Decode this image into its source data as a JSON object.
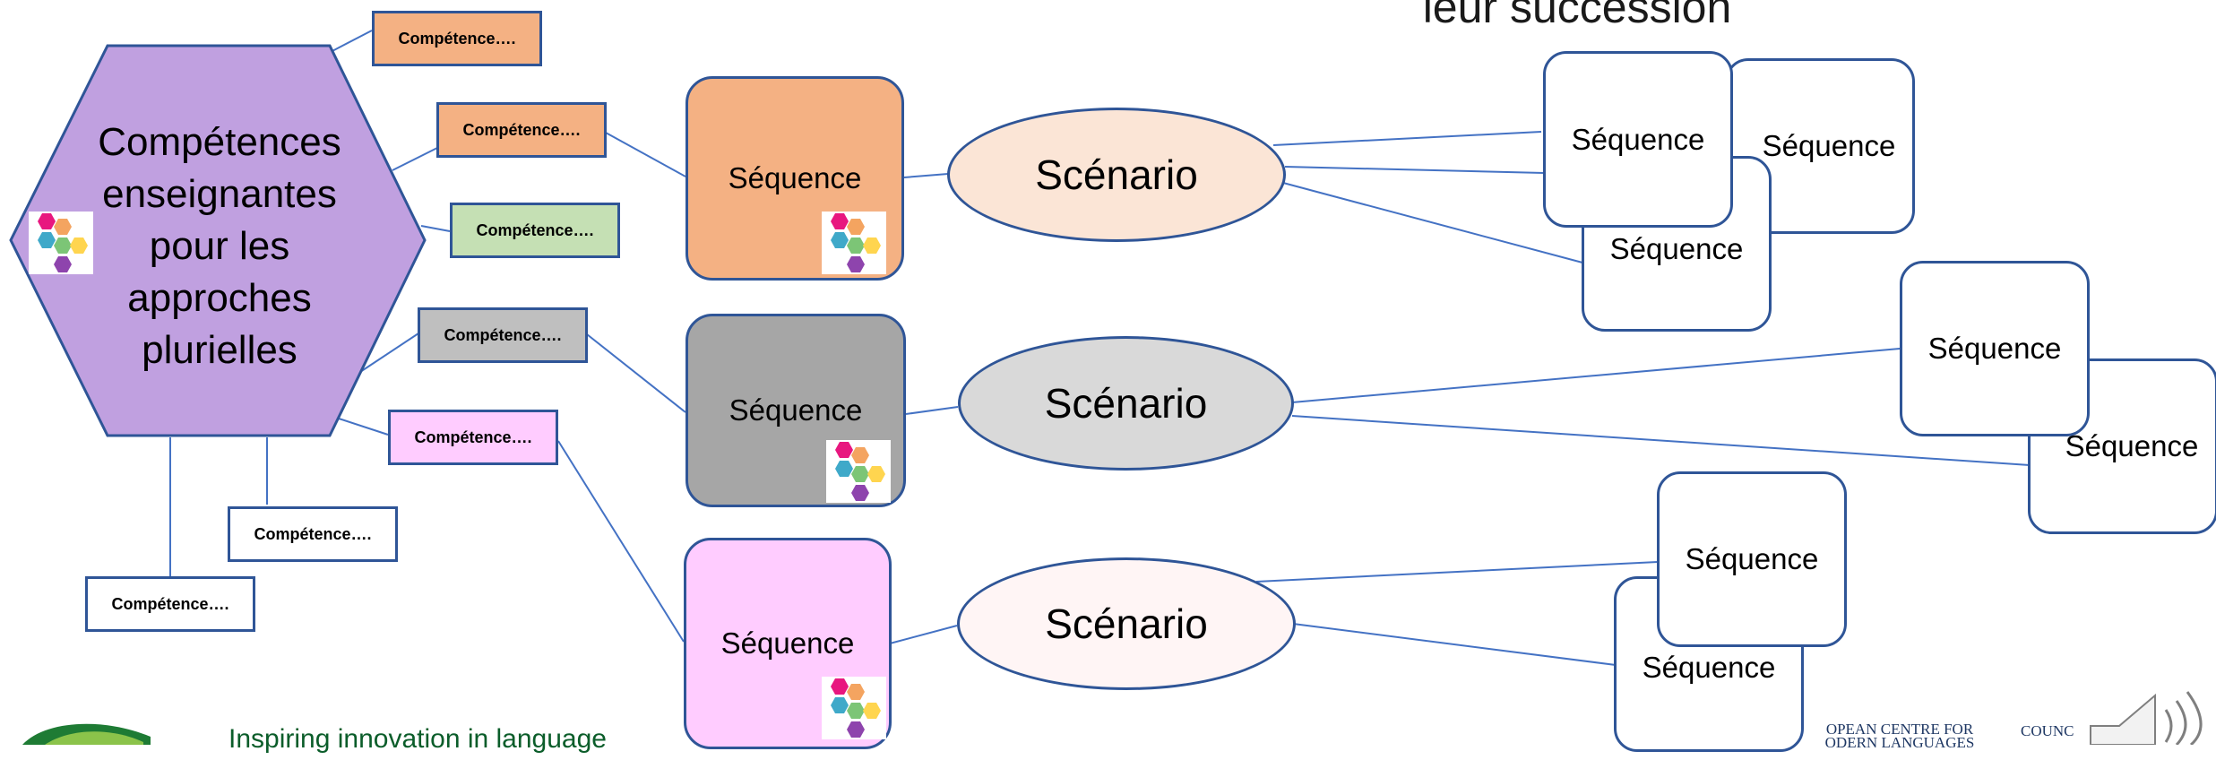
{
  "slide": {
    "title_fragment": "leur succession",
    "hexagon": {
      "label_lines": [
        "Compétences",
        "enseignantes",
        "pour les",
        "approches",
        "plurielles"
      ]
    },
    "competences": [
      {
        "id": "c1",
        "label": "Compétence….",
        "color": "#f4b183"
      },
      {
        "id": "c2",
        "label": "Compétence….",
        "color": "#f4b183"
      },
      {
        "id": "c3",
        "label": "Compétence….",
        "color": "#c5e0b4"
      },
      {
        "id": "c4",
        "label": "Compétence….",
        "color": "#bfbfbf"
      },
      {
        "id": "c5",
        "label": "Compétence….",
        "color": "#ffccff"
      },
      {
        "id": "c6",
        "label": "Compétence….",
        "color": "#ffffff"
      },
      {
        "id": "c7",
        "label": "Compétence….",
        "color": "#ffffff"
      }
    ],
    "main_sequences": [
      {
        "label": "Séquence",
        "color": "#f4b183"
      },
      {
        "label": "Séquence",
        "color": "#a6a6a6"
      },
      {
        "label": "Séquence",
        "color": "#ffccff"
      }
    ],
    "scenarios": [
      {
        "label": "Scénario",
        "color": "#fbe5d6"
      },
      {
        "label": "Scénario",
        "color": "#d9d9d9"
      },
      {
        "label": "Scénario",
        "color": "#fff5f5"
      }
    ],
    "sub_sequences": [
      {
        "label": "Séquence"
      },
      {
        "label": "Séquence"
      },
      {
        "label": "Séquence"
      },
      {
        "label": "Séquence"
      },
      {
        "label": "Séquence"
      },
      {
        "label": "Séquence"
      },
      {
        "label": "Séquence"
      }
    ],
    "colors": {
      "hexagon_fill": "#c0a0e0",
      "hexagon_border": "#2f5597",
      "connector": "#4472c4",
      "box_border": "#2f5597"
    },
    "footer": {
      "tagline_fragment": "Inspiring innovation in language",
      "ecml_line1": "OPEAN CENTRE FOR",
      "ecml_line2": "ODERN LANGUAGES",
      "coe_fragment": "COUNC"
    },
    "icons": [
      "hexagon-cluster-logo-icon",
      "speaker-icon",
      "leaf-logo-icon"
    ]
  }
}
